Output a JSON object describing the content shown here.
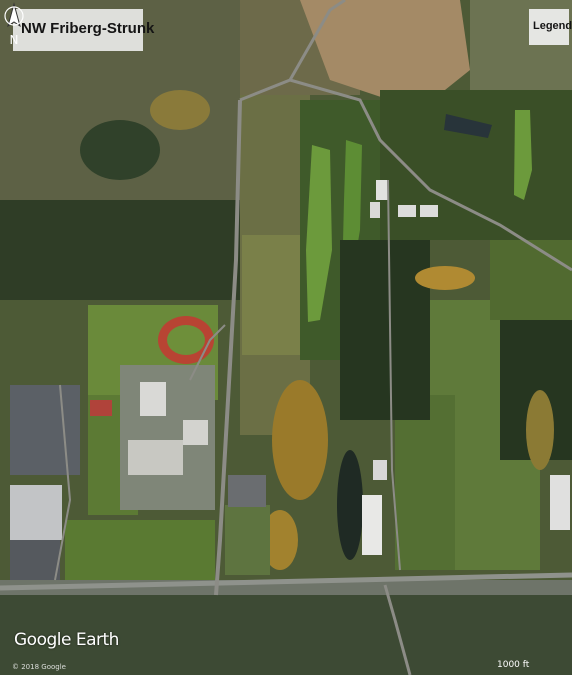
{
  "map": {
    "title": "NW Friberg-Strunk",
    "legend_label": "Legend",
    "provider_logo": "Google Earth",
    "copyright": "© 2018 Google",
    "scale_label": "1000 ft",
    "north_label": "N",
    "map_type": "satellite-imagery"
  },
  "icons": {
    "north": "north-arrow-icon"
  }
}
